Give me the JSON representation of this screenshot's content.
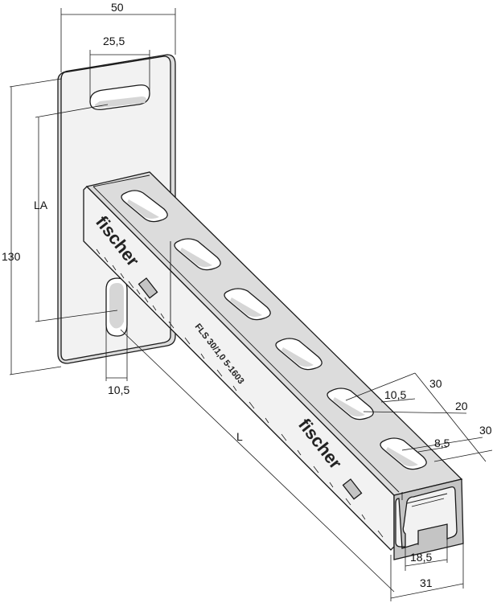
{
  "dimensions": {
    "plate_width": "50",
    "slot_length": "25,5",
    "height": "130",
    "la": "LA",
    "slot_width_plate": "10,5",
    "length": "L",
    "hole_pitch_1": "30",
    "hole_width": "10,5",
    "hole_offset": "20",
    "hole_pitch_2": "30",
    "hole_width_2": "8,5",
    "channel_opening": "18,5",
    "channel_width": "31"
  },
  "labels": {
    "brand_side": "fischer",
    "brand_top": "fischer",
    "product_code": "FLS 30/1,0 5-1603"
  }
}
